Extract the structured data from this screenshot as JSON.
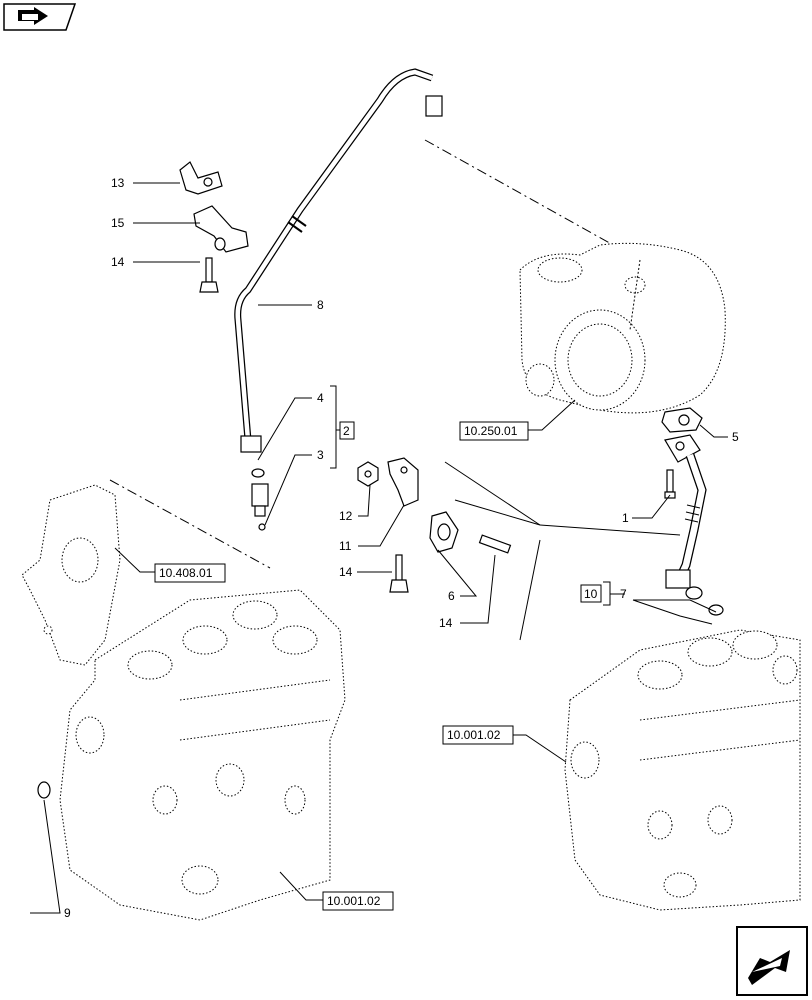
{
  "callouts": {
    "c1": "1",
    "c2": "2",
    "c3": "3",
    "c4": "4",
    "c5": "5",
    "c6": "6",
    "c7": "7",
    "c8": "8",
    "c9": "9",
    "c10": "10",
    "c11": "11",
    "c12": "12",
    "c13": "13",
    "c14a": "14",
    "c14b": "14",
    "c14c": "14",
    "c15": "15"
  },
  "references": {
    "turbo": "10.250.01",
    "cover": "10.408.01",
    "block_left": "10.001.02",
    "block_right": "10.001.02"
  },
  "icons": {
    "top_nav": "arrow-book-icon",
    "bottom_nav": "next-page-arrow-icon"
  }
}
